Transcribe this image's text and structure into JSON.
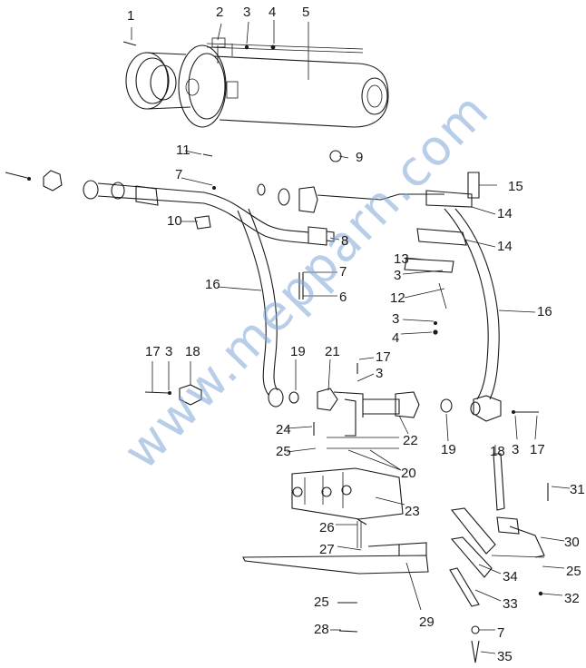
{
  "watermark": "www.mepparn.com",
  "callouts": [
    "1",
    "2",
    "3",
    "4",
    "5",
    "9",
    "11",
    "7",
    "15",
    "14",
    "14",
    "10",
    "8",
    "13",
    "3",
    "7",
    "16",
    "6",
    "12",
    "3",
    "4",
    "16",
    "17",
    "3",
    "18",
    "19",
    "21",
    "17",
    "3",
    "24",
    "22",
    "19",
    "18",
    "3",
    "17",
    "25",
    "20",
    "31",
    "23",
    "26",
    "30",
    "27",
    "34",
    "25",
    "33",
    "32",
    "25",
    "29",
    "28",
    "7",
    "35"
  ]
}
